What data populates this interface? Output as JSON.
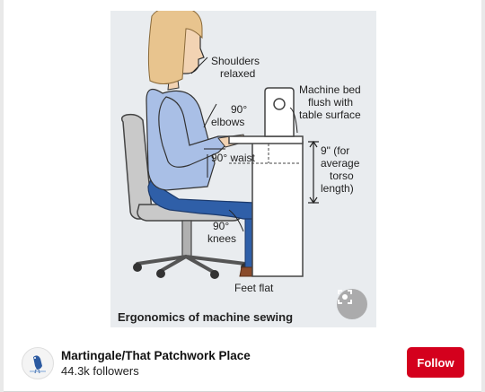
{
  "pin": {
    "image": {
      "labels": {
        "shoulders_l1": "Shoulders",
        "shoulders_l2": "relaxed",
        "elbows_deg": "90°",
        "elbows_label": "elbows",
        "machine_l1": "Machine bed",
        "machine_l2": "flush with",
        "machine_l3": "table surface",
        "waist": "90° waist",
        "height_l1": "9\" (for",
        "height_l2": "average",
        "height_l3": "torso",
        "height_l4": "length)",
        "knees_deg": "90°",
        "knees_label": "knees",
        "feet": "Feet flat",
        "caption": "Ergonomics of machine sewing"
      },
      "lens_icon": "visual-search-icon"
    },
    "creator": {
      "name": "Martingale/That Patchwork Place",
      "followers": "44.3k followers",
      "avatar_icon": "bird-logo-icon"
    },
    "follow_label": "Follow"
  },
  "colors": {
    "follow": "#d4001d",
    "hair": "#e8c48e",
    "shirt": "#a9bfe6",
    "pants": "#2f5fa8",
    "background": "#e9ecef"
  }
}
